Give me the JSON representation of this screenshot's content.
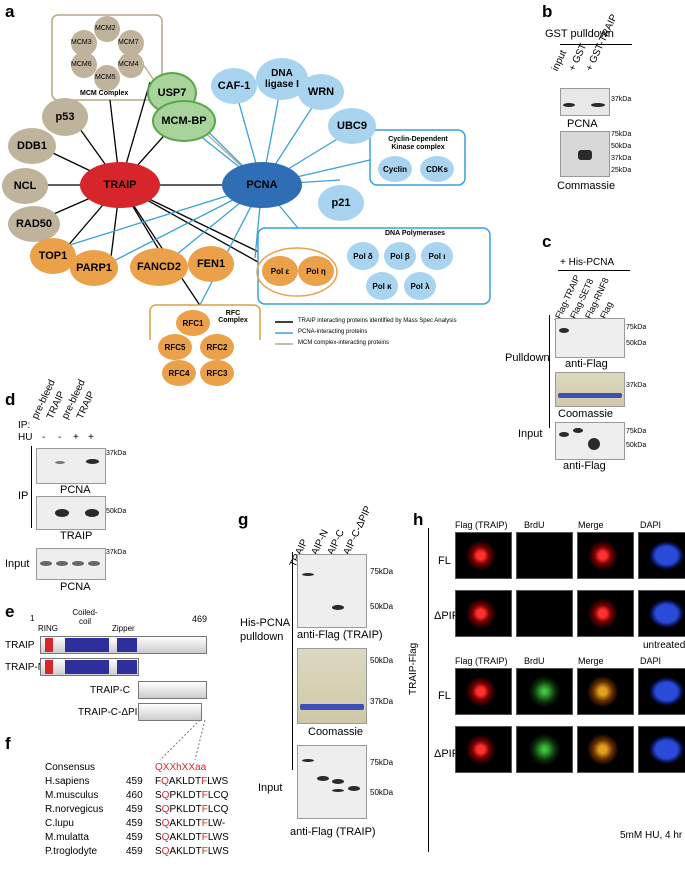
{
  "panels": {
    "a": "a",
    "b": "b",
    "c": "c",
    "d": "d",
    "e": "e",
    "f": "f",
    "g": "g",
    "h": "h"
  },
  "network": {
    "hubs": {
      "traip": "TRAIP",
      "pcna": "PCNA"
    },
    "mcm_complex": {
      "title": "MCM Complex",
      "members": [
        "MCM2",
        "MCM3",
        "MCM7",
        "MCM6",
        "MCM4",
        "MCM5"
      ]
    },
    "green_nodes": [
      "USP7",
      "MCM-BP"
    ],
    "grey_nodes": [
      "p53",
      "DDB1",
      "NCL",
      "RAD50"
    ],
    "orange_nodes": [
      "TOP1",
      "PARP1",
      "FANCD2",
      "FEN1"
    ],
    "blue_nodes": [
      "CAF-1",
      "DNA ligase I",
      "WRN",
      "UBC9",
      "p21"
    ],
    "cdk_box": {
      "title": "Cyclin-Dependent Kinase complex",
      "members": [
        "Cyclin",
        "CDKs"
      ]
    },
    "pol_box": {
      "title": "DNA Polymerases",
      "inner": [
        "Pol ε",
        "Pol η"
      ],
      "members": [
        "Pol δ",
        "Pol β",
        "Pol ι",
        "Pol κ",
        "Pol λ"
      ]
    },
    "rfc_box": {
      "title": "RFC Complex",
      "members": [
        "RFC1",
        "RFC5",
        "RFC2",
        "RFC4",
        "RFC3"
      ]
    },
    "legend": [
      {
        "label": "TRAIP interacting proteins identified by Mass Spec Analysis",
        "color": "#000000"
      },
      {
        "label": "PCNA-interacting proteins",
        "color": "#3aa0d8"
      },
      {
        "label": "MCM complex-interacting proteins",
        "color": "#b6a98a"
      }
    ],
    "colors": {
      "traip": "#d7262b",
      "pcna": "#2f6db5",
      "blue": "#a9d4f0",
      "orange": "#eba04a",
      "grey": "#bfb39c",
      "green": "#a8d49b"
    }
  },
  "b": {
    "title": "GST pulldown",
    "lanes": [
      "input",
      "+ GST",
      "+ GST-TRAIP"
    ],
    "top_label": "PCNA",
    "bottom_label": "Commassie",
    "markers_top": [
      "37kDa"
    ],
    "markers_bottom": [
      "75kDa",
      "50kDa",
      "37kDa",
      "25kDa"
    ]
  },
  "c": {
    "title": "+ His-PCNA",
    "lanes": [
      "+Flag-TRAIP",
      "+Flag-SET8",
      "+Flag-RNF8",
      "+Flag"
    ],
    "pulldown": "Pulldown",
    "input": "Input",
    "anti_flag_1": "anti-Flag",
    "coomassie": "Coomassie",
    "anti_flag_2": "anti-Flag",
    "markers_1": [
      "75kDa",
      "50kDa"
    ],
    "marker_c": "37kDa",
    "markers_2": [
      "75kDa",
      "50kDa"
    ]
  },
  "d": {
    "ip_label": "IP:",
    "hu_label": "HU",
    "lanes": [
      "pre-bleed",
      "TRAIP",
      "pre-bleed",
      "TRAIP"
    ],
    "hu": [
      "-",
      "-",
      "+",
      "+"
    ],
    "ip": "IP",
    "input": "Input",
    "pcna1": "PCNA",
    "traip": "TRAIP",
    "pcna2": "PCNA",
    "m1": "37kDa",
    "m2": "50kDa",
    "m3": "37kDa"
  },
  "e": {
    "start": "1",
    "end": "469",
    "domains": [
      "RING",
      "Coiled-coil",
      "Zipper"
    ],
    "constructs": [
      "TRAIP",
      "TRAIP-N",
      "TRAIP-C",
      "TRAIP-C-ΔPIP"
    ]
  },
  "f": {
    "consensus_label": "Consensus",
    "consensus": "QXXhXXaa",
    "rows": [
      {
        "species": "H.sapiens",
        "pos": "459",
        "seq": "FQAKLDTFLWS"
      },
      {
        "species": "M.musculus",
        "pos": "460",
        "seq": "SQPKLDTFLCQ"
      },
      {
        "species": "R.norvegicus",
        "pos": "459",
        "seq": "SQPKLDTFLCQ"
      },
      {
        "species": "C.lupu",
        "pos": "459",
        "seq": "SQAKLDTFLW-"
      },
      {
        "species": "M.mulatta",
        "pos": "459",
        "seq": "SQAKLDTFLWS"
      },
      {
        "species": "P.troglodyte",
        "pos": "459",
        "seq": "SQAKLDTFLWS"
      }
    ]
  },
  "g": {
    "lanes": [
      "TRAIP",
      "TRAIP-N",
      "TRAIP-C",
      "TRAIP-C-ΔPIP"
    ],
    "pulldown": "His-PCNA pulldown",
    "anti1": "anti-Flag (TRAIP)",
    "coomassie": "Coomassie",
    "input": "Input",
    "anti2": "anti-Flag (TRAIP)",
    "m1": [
      "75kDa",
      "50kDa"
    ],
    "m2": [
      "50kDa",
      "37kDa"
    ],
    "m3": [
      "75kDa",
      "50kDa"
    ]
  },
  "h": {
    "columns": [
      "Flag (TRAIP)",
      "BrdU",
      "Merge",
      "DAPI"
    ],
    "rows_top": [
      "FL",
      "ΔPIP"
    ],
    "rows_bottom": [
      "FL",
      "ΔPIP"
    ],
    "untreated": "untreated",
    "treated": "5mM HU, 4 hr",
    "side": "TRAIP-Flag"
  }
}
